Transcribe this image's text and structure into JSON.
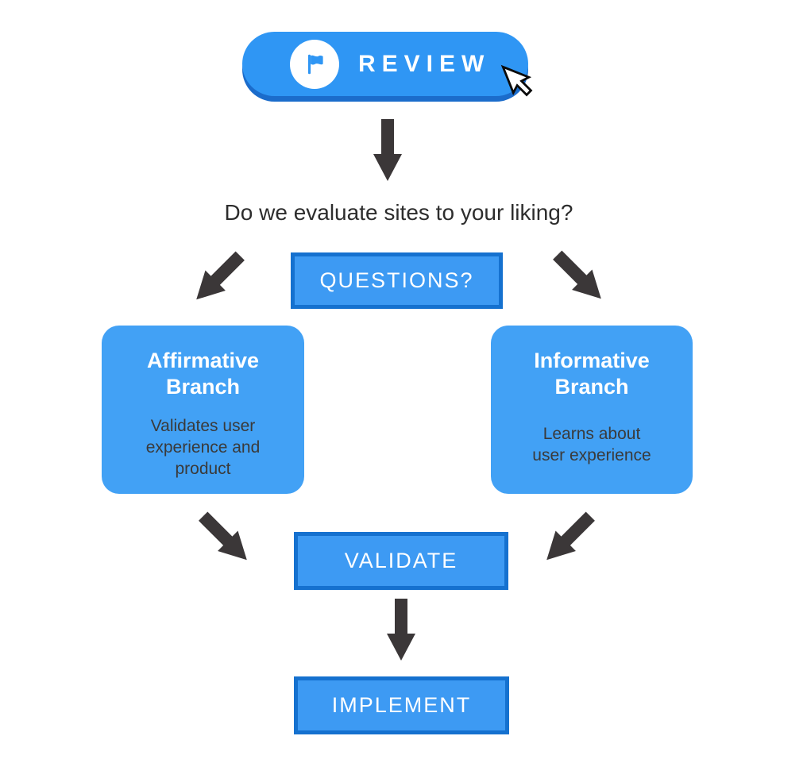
{
  "colors": {
    "pill_blue": "#2F96F4",
    "pill_shadow_blue": "#1B6CCB",
    "node_fill_blue": "#3D9AF3",
    "node_border_blue": "#1571CF",
    "branch_fill_blue": "#42A1F5",
    "arrow_gray": "#3B3738",
    "text_dark": "#2D2D2D",
    "white": "#FFFFFF"
  },
  "review_button": {
    "label": "REVIEW",
    "icon": "flag-icon"
  },
  "cursor_icon": "cursor-icon",
  "question": "Do we evaluate sites to your liking?",
  "nodes": {
    "questions": {
      "label": "QUESTIONS?"
    },
    "validate": {
      "label": "VALIDATE"
    },
    "implement": {
      "label": "IMPLEMENT"
    }
  },
  "branches": [
    {
      "title": "Affirmative\nBranch",
      "description": "Validates user\nexperience and\nproduct"
    },
    {
      "title": "Informative\nBranch",
      "description": "Learns about\nuser experience"
    }
  ]
}
